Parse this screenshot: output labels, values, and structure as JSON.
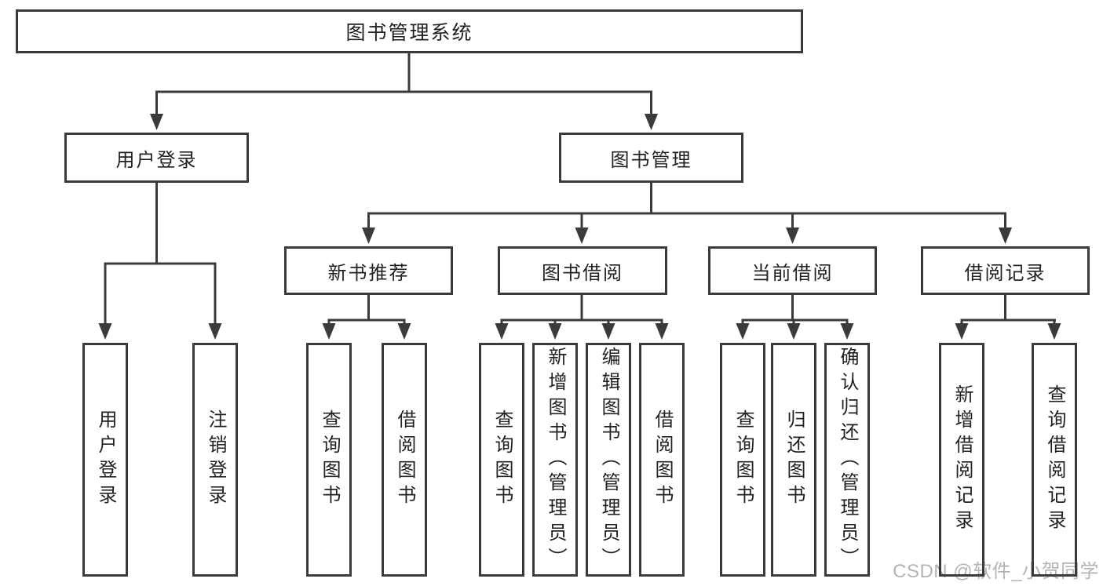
{
  "tree": {
    "root": {
      "label": "图书管理系统"
    },
    "children": [
      {
        "label": "用户登录",
        "children": [
          {
            "label": "用户登录"
          },
          {
            "label": "注销登录"
          }
        ]
      },
      {
        "label": "图书管理",
        "children": [
          {
            "label": "新书推荐",
            "children": [
              {
                "label": "查询图书"
              },
              {
                "label": "借阅图书"
              }
            ]
          },
          {
            "label": "图书借阅",
            "children": [
              {
                "label": "查询图书"
              },
              {
                "label": "新增图书（管理员）"
              },
              {
                "label": "编辑图书（管理员）"
              },
              {
                "label": "借阅图书"
              }
            ]
          },
          {
            "label": "当前借阅",
            "children": [
              {
                "label": "查询图书"
              },
              {
                "label": "归还图书"
              },
              {
                "label": "确认归还（管理员）"
              }
            ]
          },
          {
            "label": "借阅记录",
            "children": [
              {
                "label": "新增借阅记录"
              },
              {
                "label": "查询借阅记录"
              }
            ]
          }
        ]
      }
    ]
  },
  "watermark": {
    "text": "CSDN @软件_小贺同学"
  },
  "colors": {
    "line": "#3b3b3b",
    "text": "#222222",
    "background": "#ffffff",
    "watermark": "#b4b4b4"
  }
}
